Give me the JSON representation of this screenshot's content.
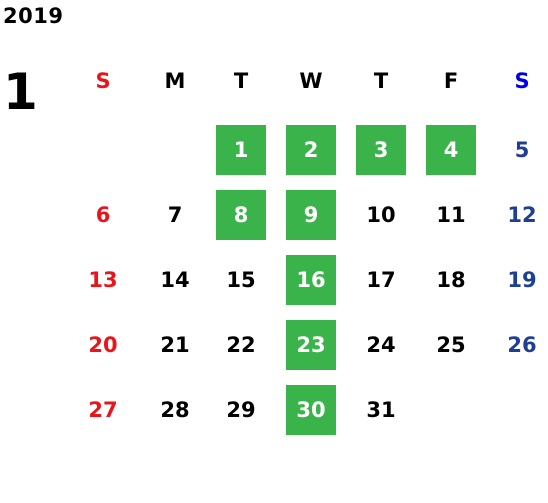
{
  "year": "2019",
  "month": "1",
  "weekdays": [
    "S",
    "M",
    "T",
    "W",
    "T",
    "F",
    "S"
  ],
  "colors": {
    "sunday": "#e8161b",
    "saturday": "#1f3f94",
    "weekday": "#000000",
    "highlight_bg": "#3ab44a",
    "highlight_text": "#ffffff"
  },
  "first_weekday_index": 2,
  "days": [
    "1",
    "2",
    "3",
    "4",
    "5",
    "6",
    "7",
    "8",
    "9",
    "10",
    "11",
    "12",
    "13",
    "14",
    "15",
    "16",
    "17",
    "18",
    "19",
    "20",
    "21",
    "22",
    "23",
    "24",
    "25",
    "26",
    "27",
    "28",
    "29",
    "30",
    "31"
  ],
  "highlighted_days": [
    "1",
    "2",
    "3",
    "4",
    "8",
    "9",
    "16",
    "23",
    "30"
  ]
}
